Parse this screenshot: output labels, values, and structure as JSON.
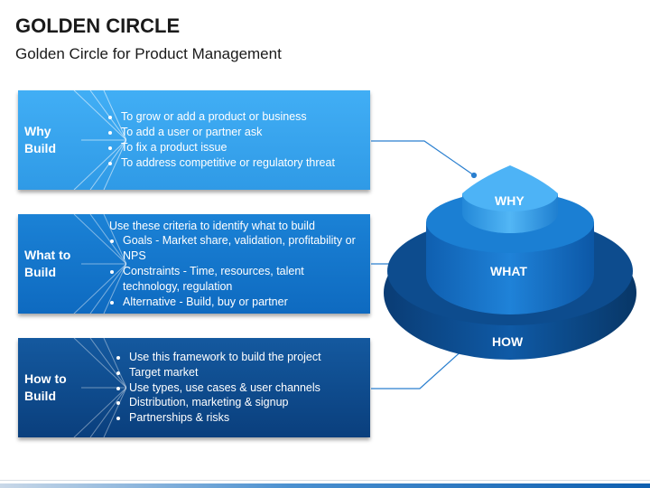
{
  "slide": {
    "title": "GOLDEN CIRCLE",
    "subtitle": "Golden Circle for Product Management"
  },
  "panels": [
    {
      "heading": "Why Build",
      "intro": "",
      "bullets": [
        "To grow or add a product or business",
        "To add a user or partner ask",
        "To fix a product issue",
        "To address competitive or regulatory threat"
      ],
      "color": "#3aa6f0"
    },
    {
      "heading": "What to Build",
      "intro": "Use these criteria to identify what to build",
      "bullets": [
        "Goals - Market share, validation, profitability or NPS",
        "Constraints - Time, resources, talent technology, regulation",
        "Alternative - Build, buy or partner"
      ],
      "color": "#1476cc"
    },
    {
      "heading": "How to Build",
      "intro": "",
      "bullets": [
        "Use this framework to build the project",
        "Target market",
        "Use types, use cases & user channels",
        "Distribution, marketing & signup",
        "Partnerships & risks"
      ],
      "color": "#0d4c8e"
    }
  ],
  "golden_circle": {
    "levels": [
      "WHY",
      "WHAT",
      "HOW"
    ],
    "colors": {
      "why": "#3aa6f0",
      "what": "#1476cc",
      "how": "#0d4c8e",
      "connector": "#2a7fcf"
    }
  }
}
